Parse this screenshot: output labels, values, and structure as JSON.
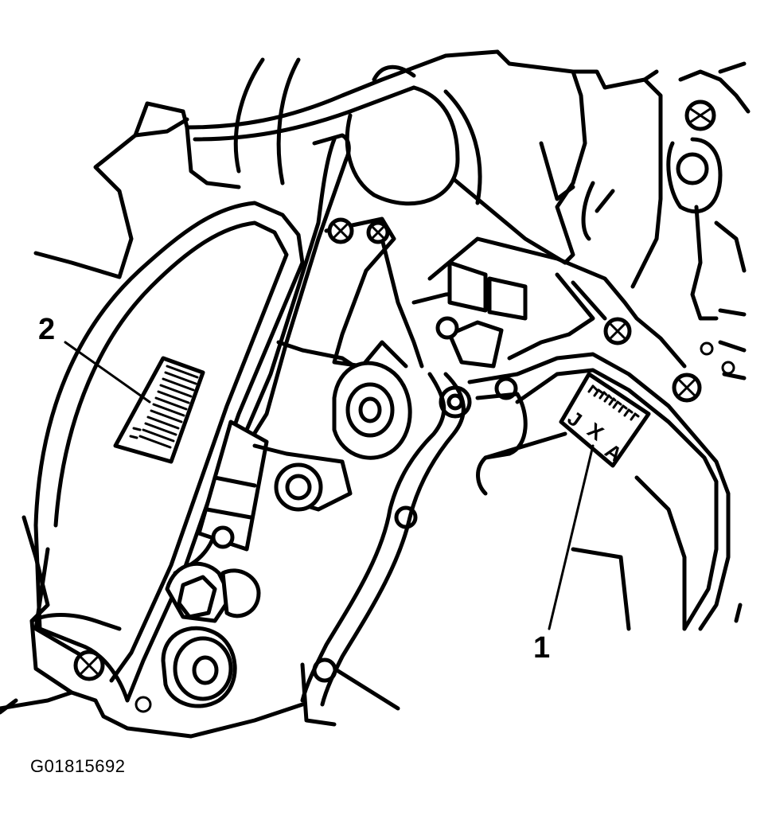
{
  "diagram": {
    "callouts": [
      {
        "id": "1",
        "label": "1"
      },
      {
        "id": "2",
        "label": "2"
      }
    ],
    "label_text": {
      "left": "J",
      "mid": "X",
      "right": "A"
    },
    "figure_id": "G01815692",
    "line_color": "#000000",
    "background": "#ffffff"
  }
}
